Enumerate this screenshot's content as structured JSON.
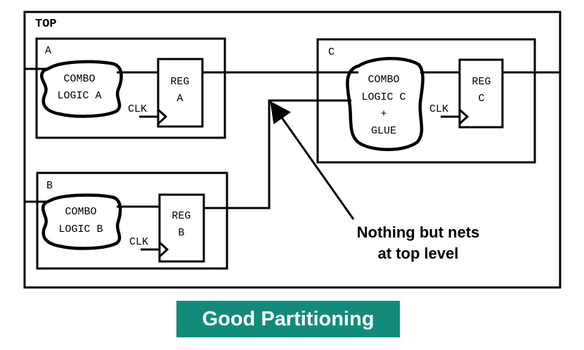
{
  "diagram": {
    "top_label": "TOP",
    "module_a": {
      "label": "A",
      "combo_line1": "COMBO",
      "combo_line2": "LOGIC A",
      "reg_line1": "REG",
      "reg_line2": "A",
      "clk": "CLK"
    },
    "module_b": {
      "label": "B",
      "combo_line1": "COMBO",
      "combo_line2": "LOGIC B",
      "reg_line1": "REG",
      "reg_line2": "B",
      "clk": "CLK"
    },
    "module_c": {
      "label": "C",
      "combo_line1": "COMBO",
      "combo_line2": "LOGIC C",
      "combo_line3": "+",
      "combo_line4": "GLUE",
      "reg_line1": "REG",
      "reg_line2": "C",
      "clk": "CLK"
    },
    "annotation_line1": "Nothing but nets",
    "annotation_line2": "at top level"
  },
  "caption": "Good Partitioning",
  "colors": {
    "caption_bg": "#138b7a",
    "caption_text": "#ffffff",
    "lines": "#000000"
  }
}
